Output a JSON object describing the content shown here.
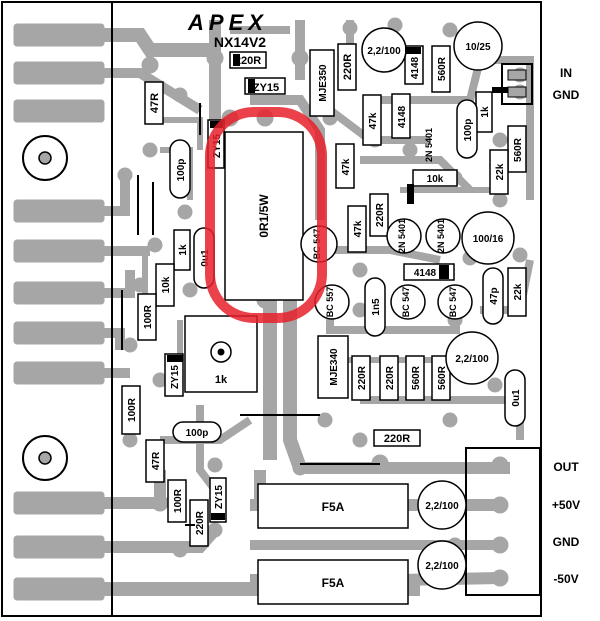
{
  "board": {
    "brand": "APEX",
    "model": "NX14V2"
  },
  "components": {
    "r_220R_top": "220R",
    "zy15_top": "ZY15",
    "mje350": "MJE350",
    "r_220R_vert": "220R",
    "c_2_2_100_top": "2,2/100",
    "d_4148_top": "4148",
    "r_560R_top": "560R",
    "c_10_25": "10/25",
    "r_47R_top": "47R",
    "zy15_upper": "ZY15",
    "r_0R1_5W": "0R1/5W",
    "c_100p_left": "100p",
    "r_47k_a": "47k",
    "d_4148_mid": "4148",
    "q_2n5401_a": "2N 5401",
    "c_100p_right": "100p",
    "r_1k_top": "1k",
    "r_560R_right": "560R",
    "r_10k_right": "10k",
    "r_22k_a": "22k",
    "r_47k_b": "47k",
    "r_220R_mid": "220R",
    "q_bc547_a": "BC 547",
    "r_47k_c": "47k",
    "q_2n5401_b": "2N 5401",
    "q_2n5401_c": "2N 5401",
    "c_100_16": "100/16",
    "r_1k_left": "1k",
    "c_0u1_left": "0u1",
    "r_10k_left": "10k",
    "d_4148_low": "4148",
    "c_47p": "47p",
    "r_22k_b": "22k",
    "r_100R_a": "100R",
    "q_bc557": "BC 557",
    "c_1n5": "1n5",
    "q_bc547_b": "BC 547",
    "q_bc547_c": "BC 547",
    "pot_1k": "1k",
    "mje340": "MJE340",
    "r_220R_r1": "220R",
    "r_220R_r2": "220R",
    "r_560R_r1": "560R",
    "r_560R_r2": "560R",
    "c_2_2_100_mid": "2,2/100",
    "zy15_mid": "ZY15",
    "r_100R_b": "100R",
    "c_100p_bottom": "100p",
    "c_0u1_right": "0u1",
    "r_220R_bottom": "220R",
    "r_47R_bottom": "47R",
    "r_100R_c": "100R",
    "r_220R_low": "220R",
    "zy15_low": "ZY15",
    "fuse_1": "F5A",
    "fuse_2": "F5A",
    "c_2_2_100_b1": "2,2/100",
    "c_2_2_100_b2": "2,2/100"
  },
  "connectors": {
    "in": "IN",
    "gnd_in": "GND",
    "out": "OUT",
    "plus50": "+50V",
    "gnd_pwr": "GND",
    "minus50": "-50V"
  },
  "colors": {
    "trace": "#a6a6a6",
    "ink": "#000000",
    "highlight": "#e8202a"
  }
}
